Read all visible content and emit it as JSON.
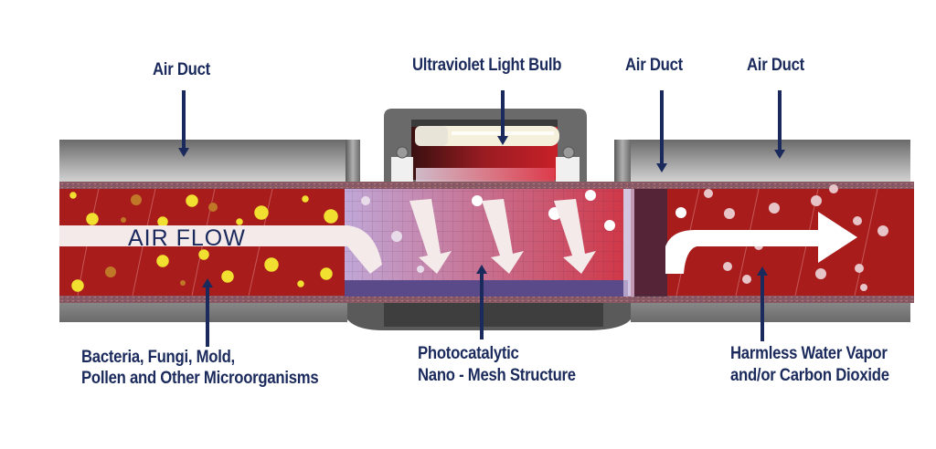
{
  "diagram": {
    "title": "Photocatalytic UV air purification in an air duct",
    "labels": {
      "air_duct_left": "Air Duct",
      "uv_bulb": "Ultraviolet Light Bulb",
      "air_duct_mid": "Air Duct",
      "air_duct_right": "Air Duct",
      "air_flow": "AIR FLOW",
      "microorganisms_line1": "Bacteria, Fungi, Mold,",
      "microorganisms_line2": "Pollen and Other Microorganisms",
      "mesh_line1": "Photocatalytic",
      "mesh_line2": "Nano - Mesh Structure",
      "output_line1": "Harmless Water Vapor",
      "output_line2": "and/or Carbon Dioxide"
    },
    "colors": {
      "label_text": "#1b2a5c",
      "pointer": "#1b2a5c",
      "duct_gray_dark": "#6a6a6a",
      "duct_gray_light": "#c8c8c8",
      "duct_interior_red": "#a81c1c",
      "liner_speckle": "#8a5a64",
      "mesh_violet": "#b89ad0",
      "mesh_red": "#d4405a",
      "mesh_base": "#5a4a8a",
      "microbe_yellow": "#f2e030",
      "microbe_orange": "#c07828",
      "arrow_white": "#f5eaea"
    }
  }
}
